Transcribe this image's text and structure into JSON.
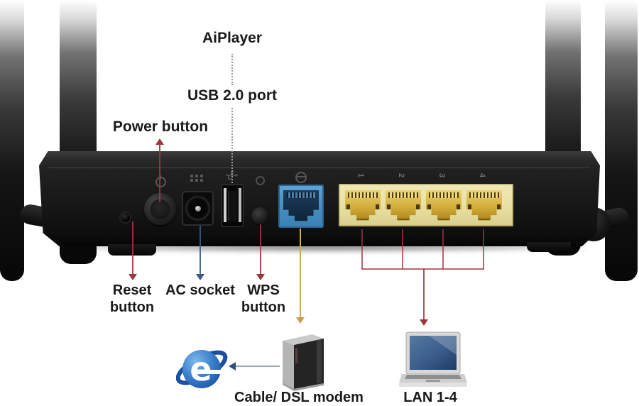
{
  "labels": {
    "aiplayer": "AiPlayer",
    "usb_port": "USB 2.0 port",
    "power_button": "Power button",
    "reset": [
      "Reset",
      "button"
    ],
    "ac_socket": "AC socket",
    "wps": [
      "WPS",
      "button"
    ],
    "cable_dsl_modem": "Cable/ DSL modem",
    "lan_1_4": "LAN 1-4"
  },
  "router": {
    "lan_port_numbers": [
      "1",
      "2",
      "3",
      "4"
    ]
  },
  "icons": [
    "antenna-icon",
    "reset-pinhole-icon",
    "power-button-icon",
    "ac-socket-icon",
    "usb-port-icon",
    "wps-button-icon",
    "wan-port-icon",
    "lan-port-icon",
    "internet-explorer-icon",
    "modem-icon",
    "laptop-icon"
  ],
  "colors": {
    "background": "#ffffff",
    "text": "#1a1a1a",
    "callout_red": "#9d3540",
    "callout_blue": "#3a5a88",
    "callout_orange": "#d2a45e",
    "dotted_gray": "#999999",
    "wan_port_blue": "#4a90c4",
    "lan_plate_yellow": "#e9e1a4",
    "router_body_black": "#1a1a1a",
    "ie_blue": "#2a6cc0"
  }
}
